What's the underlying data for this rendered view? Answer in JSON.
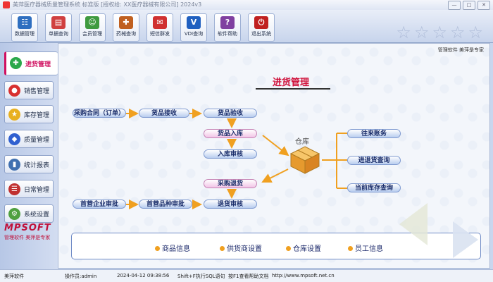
{
  "window": {
    "title": "美萍医疗器械质量管理系统 标准版 [授权给: XX医疗器械有限公司] 2024v3",
    "buttons": [
      "—",
      "□",
      "✕"
    ]
  },
  "toolbar": [
    {
      "label": "数据管理",
      "color": "#2f6fc0",
      "glyph": "☷"
    },
    {
      "label": "单据查询",
      "color": "#d04040",
      "glyph": "▤"
    },
    {
      "label": "会员管理",
      "color": "#3f9a3f",
      "glyph": "☺"
    },
    {
      "label": "药械查询",
      "color": "#c06020",
      "glyph": "✚"
    },
    {
      "label": "短信群发",
      "color": "#d03030",
      "glyph": "✉"
    },
    {
      "label": "VDI查询",
      "color": "#2060c0",
      "glyph": "V"
    },
    {
      "label": "软件帮助",
      "color": "#8040a0",
      "glyph": "?"
    },
    {
      "label": "退出系统",
      "color": "#c02020",
      "glyph": "⏻"
    }
  ],
  "sidebar": [
    {
      "label": "进货管理",
      "color": "#2aa84a",
      "glyph": "✚",
      "active": true
    },
    {
      "label": "销售管理",
      "color": "#d83030",
      "glyph": "●"
    },
    {
      "label": "库存管理",
      "color": "#e8b020",
      "glyph": "★"
    },
    {
      "label": "质量管理",
      "color": "#3060d0",
      "glyph": "◆"
    },
    {
      "label": "统计报表",
      "color": "#4070b0",
      "glyph": "▮"
    },
    {
      "label": "日常管理",
      "color": "#c03030",
      "glyph": "☰"
    },
    {
      "label": "系统设置",
      "color": "#50a040",
      "glyph": "⚙"
    }
  ],
  "logo": {
    "text": "MPSOFT",
    "slogan": "管理软件  美萍是专家"
  },
  "main": {
    "brand": "管理软件  美萍是专家",
    "title": "进货管理",
    "warehouse": "仓库",
    "nodes": {
      "purchase_contract": "采购合同（订单）",
      "goods_receive": "货品接收",
      "goods_check": "货品验收",
      "goods_in": "货品入库",
      "in_audit": "入库审核",
      "purchase_return": "采购退货",
      "return_audit": "退货审核",
      "first_company": "首营企业审批",
      "first_product": "首营品种审批",
      "accounts": "往来账务",
      "in_return_query": "进退货查询",
      "stock_query": "当前库存查询"
    },
    "bottom": [
      "商品信息",
      "供货商设置",
      "仓库设置",
      "员工信息"
    ]
  },
  "status": {
    "company": "美萍软件",
    "operator": "操作员:admin",
    "datetime": "2024-04-12 09:38:56",
    "sql": "Shift+F执行SQL语句",
    "help": "按F1查看帮助文档",
    "url": "http://www.mpsoft.net.cn"
  }
}
